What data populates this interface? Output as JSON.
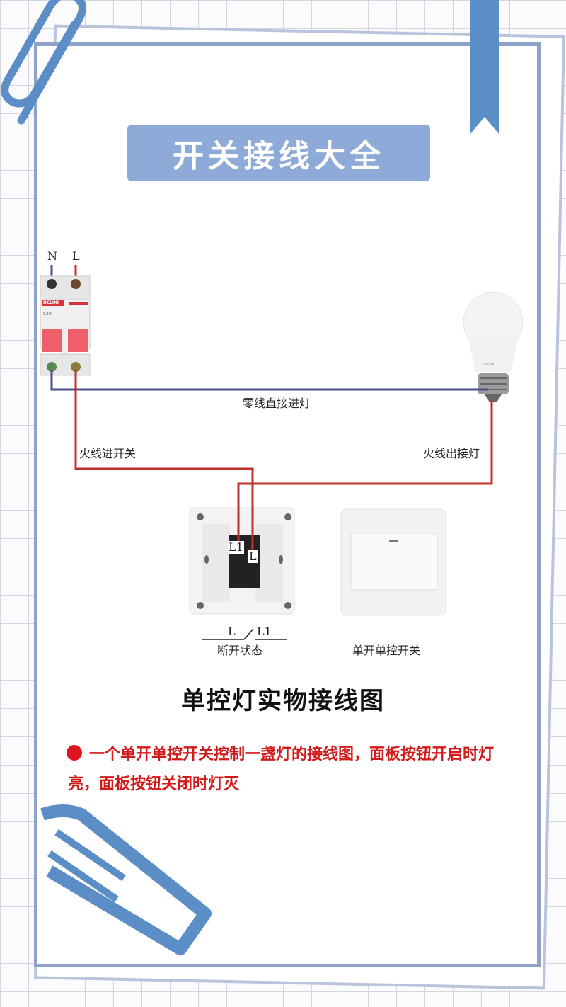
{
  "title": "开关接线大全",
  "breaker": {
    "terminal_n": "N",
    "terminal_l": "L",
    "brand": "DELIXI",
    "rating": "C10"
  },
  "bulb": {
    "brand": "DELIXI"
  },
  "wire_labels": {
    "neutral": "零线直接进灯",
    "live_in": "火线进开关",
    "live_out": "火线出接灯"
  },
  "switch_back": {
    "terminal_l1": "L1",
    "terminal_l": "L",
    "symbol_left": "L",
    "symbol_right": "L1",
    "caption": "断开状态"
  },
  "switch_front": {
    "caption": "单开单控开关"
  },
  "heading": "单控灯实物接线图",
  "note": "一个单开单控开关控制一盏灯的接线图，面板按钮开启时灯亮，面板按钮关闭时灯灭",
  "colors": {
    "accent": "#8eaad9",
    "live_wire": "#c0302a",
    "neutral_wire": "#4b4f8c",
    "note": "#d11a1a"
  }
}
